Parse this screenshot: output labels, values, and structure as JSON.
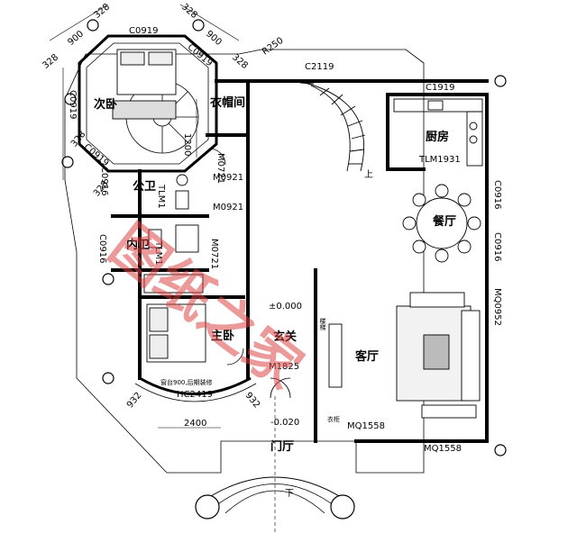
{
  "rooms": {
    "second_bedroom": "次卧",
    "cloakroom": "衣帽间",
    "kitchen": "厨房",
    "public_bath": "公卫",
    "dining": "餐厅",
    "inner_bath": "内卫",
    "master_bedroom": "主卧",
    "foyer": "玄关",
    "living": "客厅",
    "entrance_hall": "门厅"
  },
  "codes": {
    "c0919_top": "C0919",
    "c0919_left": "C0919",
    "c0919_right": "C0919",
    "c0919_lower": "C0919",
    "c2119": "C2119",
    "c1919": "C1919",
    "tlm1931": "TLM1931",
    "c0916_left_upper": "C0916",
    "c0916_left_lower": "C0916",
    "c0916_right_upper": "C0916",
    "c0916_right_lower": "C0916",
    "m0921_a": "M0921",
    "m0921_b": "M0921",
    "m0721_a": "M0721",
    "m0721_b": "M0721",
    "tlm1_a": "TLM1",
    "tlm1_b": "TLM1",
    "mq0952": "MQ0952",
    "m1825": "M1825",
    "hc2419": "HC2419",
    "mq1558_a": "MQ1558",
    "mq1558_b": "MQ1558"
  },
  "dimensions": {
    "d328_top_left": "328",
    "d328_top_right": "328",
    "d900_left": "900",
    "d900_right": "900",
    "d328_left": "328",
    "d328_right": "328",
    "r250": "R250",
    "d1200": "1200",
    "d932_left": "932",
    "d932_right": "932",
    "d2400": "2400",
    "d328_mid": "328",
    "d328_lower": "328"
  },
  "elevations": {
    "floor": "±0.000",
    "porch": "-0.020"
  },
  "notes": {
    "bay_window": "窗台900,后期装修",
    "stair_up": "上",
    "porch_down": "下",
    "stair_label": "楼梯",
    "cabinet": "衣柜"
  },
  "watermark": "图纸之家",
  "colors": {
    "line": "#000000",
    "watermark": "#dc4646"
  }
}
